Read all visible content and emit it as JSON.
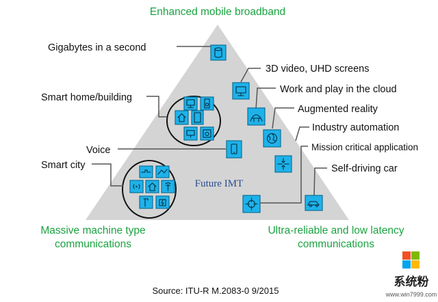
{
  "corners": {
    "top": "Enhanced mobile broadband",
    "bottom_left_line1": "Massive machine type",
    "bottom_left_line2": "communications",
    "bottom_right_line1": "Ultra-reliable and low latency",
    "bottom_right_line2": "communications"
  },
  "center_label": "Future IMT",
  "labels": {
    "gigabytes": "Gigabytes in a second",
    "video_3d": "3D video, UHD screens",
    "cloud": "Work and play in the cloud",
    "smart_home": "Smart home/building",
    "ar": "Augmented reality",
    "industry": "Industry automation",
    "voice": "Voice",
    "mission": "Mission critical application",
    "smart_city": "Smart city",
    "self_driving": "Self-driving car"
  },
  "source": "Source: ITU-R M.2083-0 9/2015",
  "watermark": {
    "brand": "系统粉",
    "url": "www.win7999.com",
    "colors": [
      "#f25022",
      "#7fba00",
      "#00a4ef",
      "#ffb900"
    ]
  },
  "colors": {
    "triangle": "#d4d4d4",
    "tile": "#1eb2ea",
    "corner_text": "#1aa340"
  },
  "icons": [
    "database-icon",
    "monitor-icon",
    "tablet-icon",
    "home-icon",
    "tv-icon",
    "speaker-icon",
    "robot-icon",
    "globe-icon",
    "phone-icon",
    "crosshair-icon",
    "car-icon",
    "sensor-icon",
    "wifi-icon",
    "parking-icon",
    "pipe-icon",
    "charger-icon"
  ]
}
